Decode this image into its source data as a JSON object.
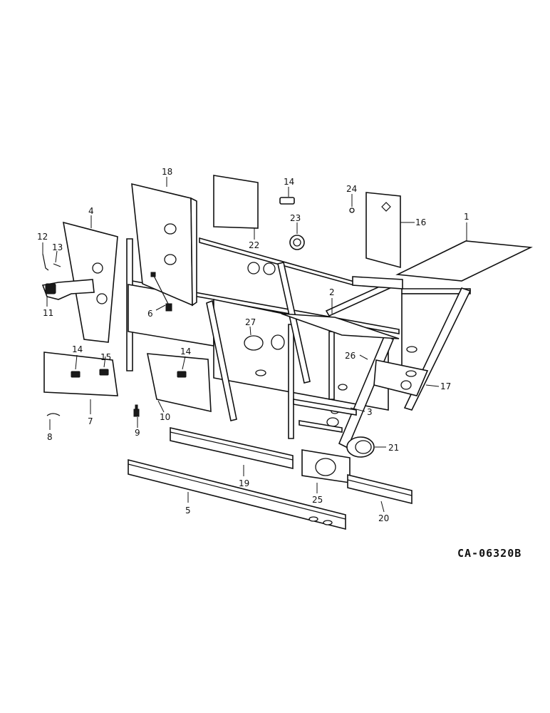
{
  "drawing_code": "CA-06320B",
  "callouts": [
    {
      "id": "1",
      "text": "1"
    },
    {
      "id": "2",
      "text": "2"
    },
    {
      "id": "3",
      "text": "3"
    },
    {
      "id": "4",
      "text": "4"
    },
    {
      "id": "5",
      "text": "5"
    },
    {
      "id": "6",
      "text": "6"
    },
    {
      "id": "7",
      "text": "7"
    },
    {
      "id": "8",
      "text": "8"
    },
    {
      "id": "9",
      "text": "9"
    },
    {
      "id": "10",
      "text": "10"
    },
    {
      "id": "11",
      "text": "11"
    },
    {
      "id": "12",
      "text": "12"
    },
    {
      "id": "13",
      "text": "13"
    },
    {
      "id": "14a",
      "text": "14"
    },
    {
      "id": "14b",
      "text": "14"
    },
    {
      "id": "14c",
      "text": "14"
    },
    {
      "id": "15",
      "text": "15"
    },
    {
      "id": "16",
      "text": "16"
    },
    {
      "id": "17",
      "text": "17"
    },
    {
      "id": "18",
      "text": "18"
    },
    {
      "id": "19",
      "text": "19"
    },
    {
      "id": "20",
      "text": "20"
    },
    {
      "id": "21",
      "text": "21"
    },
    {
      "id": "22",
      "text": "22"
    },
    {
      "id": "23",
      "text": "23"
    },
    {
      "id": "24",
      "text": "24"
    },
    {
      "id": "25",
      "text": "25"
    },
    {
      "id": "26",
      "text": "26"
    },
    {
      "id": "27",
      "text": "27"
    }
  ]
}
